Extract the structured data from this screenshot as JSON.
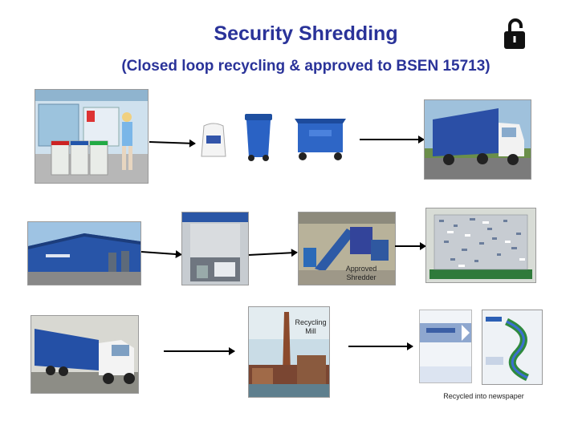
{
  "title": "Security Shredding",
  "subtitle": "(Closed loop recycling & approved to BSEN 15713)",
  "icons": {
    "lock": "open-padlock-icon"
  },
  "captions": {
    "shredder": "Approved Shredder",
    "mill": "Recycling Mill",
    "newspaper": "Recycled into newspaper"
  },
  "colors": {
    "title": "#2a3399",
    "brand_blue": "#1f4fa8"
  }
}
